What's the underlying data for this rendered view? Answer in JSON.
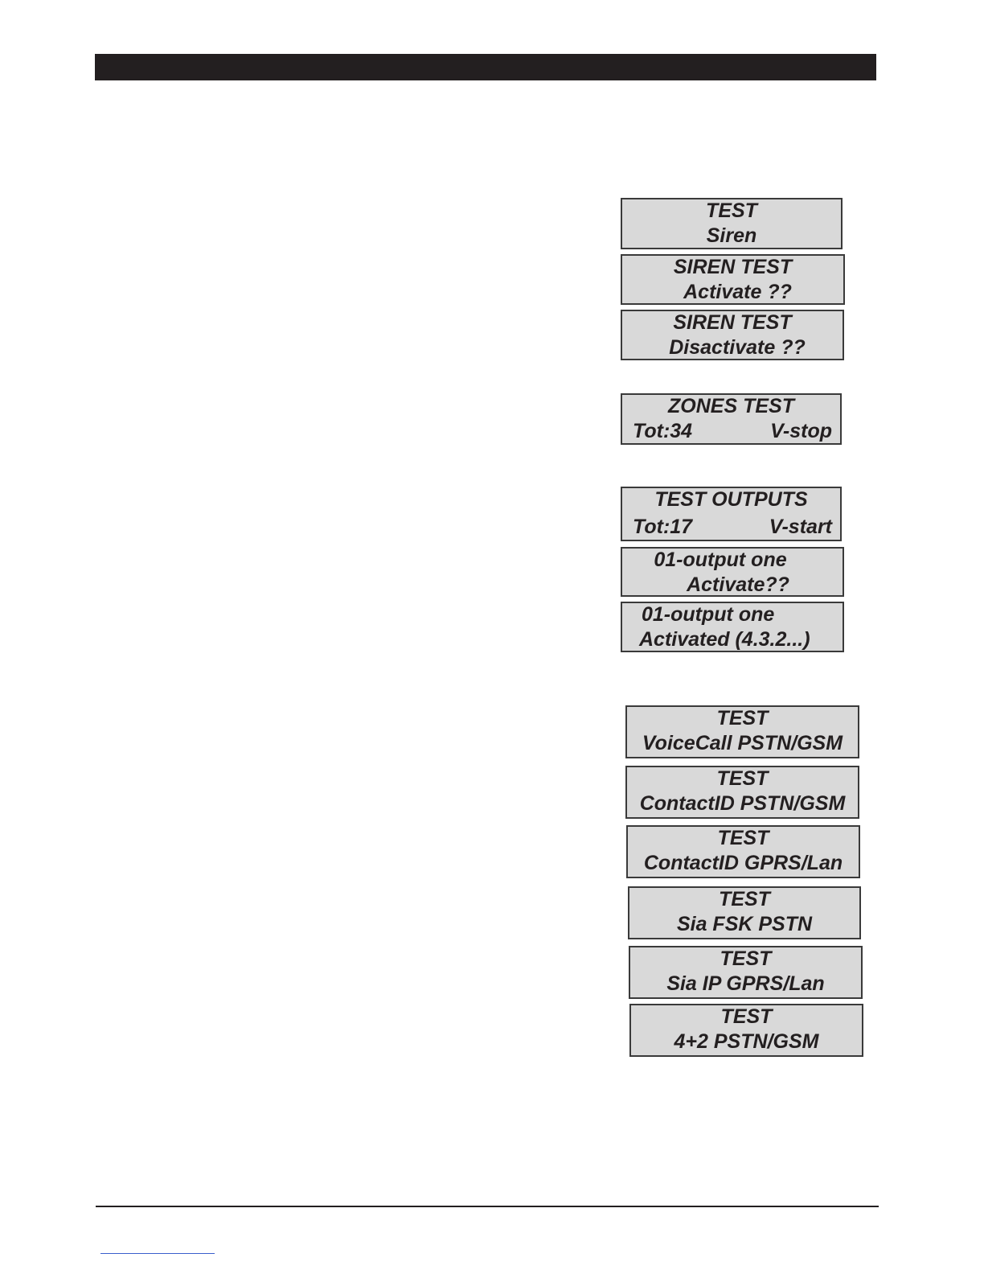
{
  "displays": [
    {
      "line1": "TEST",
      "line2": "Siren"
    },
    {
      "line1": "SIREN TEST",
      "line2": "Activate ??"
    },
    {
      "line1": "SIREN TEST",
      "line2": "Disactivate ??"
    },
    {
      "line1": "ZONES TEST",
      "line2_left": "Tot:34",
      "line2_right": "V-stop"
    },
    {
      "line1": "TEST OUTPUTS",
      "line2_left": "Tot:17",
      "line2_right": "V-start"
    },
    {
      "line1": "01-output one",
      "line2": "Activate??"
    },
    {
      "line1": "01-output one",
      "line2": "Activated (4.3.2...)"
    },
    {
      "line1": "TEST",
      "line2": "VoiceCall PSTN/GSM"
    },
    {
      "line1": "TEST",
      "line2": "ContactID PSTN/GSM"
    },
    {
      "line1": "TEST",
      "line2": "ContactID GPRS/Lan"
    },
    {
      "line1": "TEST",
      "line2": "Sia FSK PSTN"
    },
    {
      "line1": "TEST",
      "line2": "Sia IP GPRS/Lan"
    },
    {
      "line1": "TEST",
      "line2": "4+2 PSTN/GSM"
    }
  ]
}
